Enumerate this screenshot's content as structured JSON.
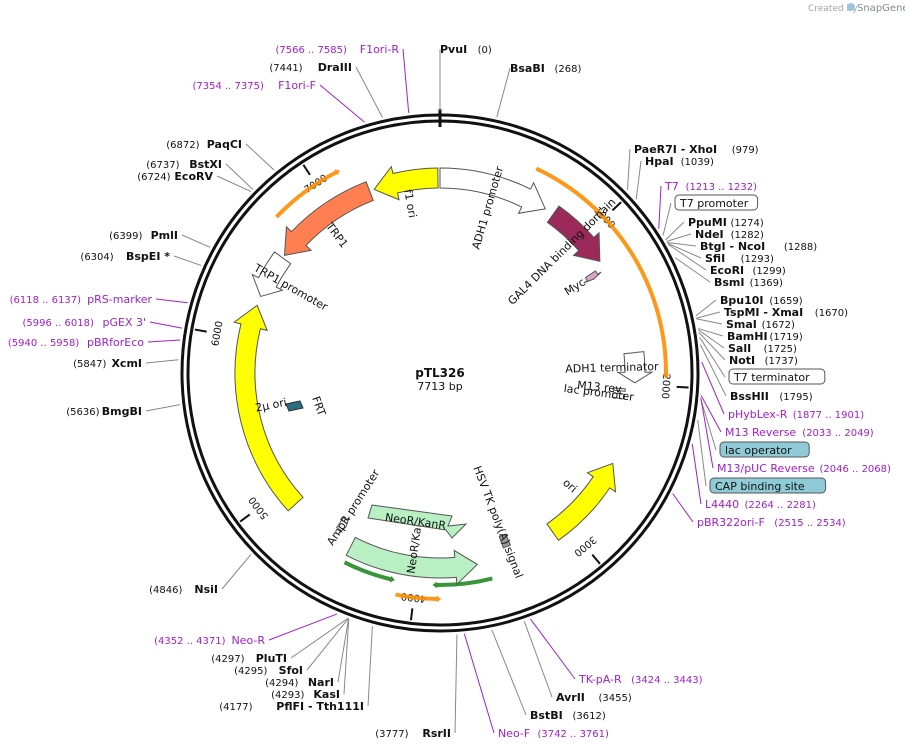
{
  "credit": {
    "prefix": "Created by",
    "brand": "SnapGene"
  },
  "plasmid": {
    "name": "pTL326",
    "size_label": "7713 bp",
    "length": 7713
  },
  "ticks": [
    {
      "pos": 1000,
      "label": "1000"
    },
    {
      "pos": 2000,
      "label": "2000"
    },
    {
      "pos": 3000,
      "label": "3000"
    },
    {
      "pos": 4000,
      "label": "4000"
    },
    {
      "pos": 5000,
      "label": "5000"
    },
    {
      "pos": 6000,
      "label": "6000"
    },
    {
      "pos": 7000,
      "label": "7000"
    }
  ],
  "features": [
    {
      "name": "ADH1 promoter",
      "start": 0,
      "end": 700,
      "color": "#ffffff",
      "dir": 1
    },
    {
      "name": "GAL4 DNA binding domain",
      "start": 760,
      "end": 1180,
      "color": "#9b2a5a",
      "dir": 1
    },
    {
      "name": "Myc",
      "start": 1215,
      "end": 1255,
      "color": "#d9a8c8",
      "dir": 1
    },
    {
      "name": "ADH1 terminator",
      "start": 1800,
      "end": 1990,
      "color": "#ffffff",
      "dir": 1
    },
    {
      "name": "M13 rev",
      "start": 2033,
      "end": 2049,
      "color": "#ffffff",
      "dir": 0
    },
    {
      "name": "lac promoter",
      "start": 2070,
      "end": 2100,
      "color": "#ffffff",
      "dir": 0
    },
    {
      "name": "ori",
      "start": 2520,
      "end": 3100,
      "color": "#ffff00",
      "dir": -1
    },
    {
      "name": "HSV TK poly(A) signal",
      "start": 3380,
      "end": 3430,
      "color": "#999999",
      "dir": 0
    },
    {
      "name": "NeoR/KanR",
      "start": 3620,
      "end": 4440,
      "color": "#b8f0c4",
      "dir": -1
    },
    {
      "name": "AmpR promoter",
      "start": 4530,
      "end": 4580,
      "color": "#ffffff",
      "dir": -1
    },
    {
      "name": "2µ ori",
      "start": 4880,
      "end": 6220,
      "color": "#ffff00",
      "dir": 1
    },
    {
      "name": "TRP1 promoter",
      "start": 6280,
      "end": 6560,
      "color": "#ffffff",
      "dir": -1
    },
    {
      "name": "TRP1",
      "start": 6580,
      "end": 7260,
      "color": "#ff7f50",
      "dir": -1
    },
    {
      "name": "f1 ori",
      "start": 7290,
      "end": 7700,
      "color": "#ffff00",
      "dir": -1
    }
  ],
  "extra_features": [
    {
      "name": "NeoR/KanR",
      "dir": -1
    },
    {
      "name": "FRT",
      "dir": 0
    }
  ],
  "primer_arcs": [
    {
      "start": 4120,
      "end": 4430,
      "color": "#228b22",
      "dir": -1
    },
    {
      "start": 3550,
      "end": 3900,
      "color": "#228b22",
      "dir": 1
    },
    {
      "start": 3850,
      "end": 4100,
      "color": "#ff8c00",
      "dir": -1
    },
    {
      "start": 6720,
      "end": 7150,
      "color": "#ff8c00",
      "dir": 1
    },
    {
      "start": 540,
      "end": 1960,
      "color": "#ff8c00",
      "dir": 1
    }
  ],
  "labels": [
    {
      "kind": "site",
      "name": "PvuI",
      "pos": "(0)",
      "bp": 0
    },
    {
      "kind": "site",
      "name": "BsaBI",
      "pos": "(268)",
      "bp": 268
    },
    {
      "kind": "site",
      "name": "PaeR7I - XhoI",
      "pos": "(979)",
      "bp": 979
    },
    {
      "kind": "site",
      "name": "HpaI",
      "pos": "(1039)",
      "bp": 1039
    },
    {
      "kind": "primer",
      "name": "T7",
      "pos": "(1213 .. 1232)",
      "bp": 1213
    },
    {
      "kind": "box",
      "name": "T7 promoter",
      "pos": "",
      "bp": 1250
    },
    {
      "kind": "site",
      "name": "PpuMI",
      "pos": "(1274)",
      "bp": 1274
    },
    {
      "kind": "site",
      "name": "NdeI",
      "pos": "(1282)",
      "bp": 1282
    },
    {
      "kind": "site",
      "name": "BtgI - NcoI",
      "pos": "(1288)",
      "bp": 1288
    },
    {
      "kind": "site",
      "name": "SfiI",
      "pos": "(1293)",
      "bp": 1293
    },
    {
      "kind": "site",
      "name": "EcoRI",
      "pos": "(1299)",
      "bp": 1299
    },
    {
      "kind": "site",
      "name": "BsmI",
      "pos": "(1369)",
      "bp": 1369
    },
    {
      "kind": "site",
      "name": "Bpu10I",
      "pos": "(1659)",
      "bp": 1659
    },
    {
      "kind": "site",
      "name": "TspMI - XmaI",
      "pos": "(1670)",
      "bp": 1670
    },
    {
      "kind": "site",
      "name": "SmaI",
      "pos": "(1672)",
      "bp": 1672
    },
    {
      "kind": "site",
      "name": "BamHI",
      "pos": "(1719)",
      "bp": 1719
    },
    {
      "kind": "site",
      "name": "SalI",
      "pos": "(1725)",
      "bp": 1725
    },
    {
      "kind": "site",
      "name": "NotI",
      "pos": "(1737)",
      "bp": 1737
    },
    {
      "kind": "box",
      "name": "T7 terminator",
      "pos": "",
      "bp": 1760
    },
    {
      "kind": "site",
      "name": "BssHII",
      "pos": "(1795)",
      "bp": 1795
    },
    {
      "kind": "primer",
      "name": "pHybLex-R",
      "pos": "(1877 .. 1901)",
      "bp": 1877
    },
    {
      "kind": "primer",
      "name": "M13 Reverse",
      "pos": "(2033 .. 2049)",
      "bp": 2033
    },
    {
      "kind": "boxblue",
      "name": "lac operator",
      "pos": "",
      "bp": 2050
    },
    {
      "kind": "primer",
      "name": "M13/pUC Reverse",
      "pos": "(2046 .. 2068)",
      "bp": 2046
    },
    {
      "kind": "boxblue",
      "name": "CAP binding site",
      "pos": "",
      "bp": 2150
    },
    {
      "kind": "primer",
      "name": "L4440",
      "pos": "(2264 .. 2281)",
      "bp": 2264
    },
    {
      "kind": "primer",
      "name": "pBR322ori-F",
      "pos": "(2515 .. 2534)",
      "bp": 2515
    },
    {
      "kind": "primer",
      "name": "TK-pA-R",
      "pos": "(3424 .. 3443)",
      "bp": 3424
    },
    {
      "kind": "site",
      "name": "AvrII",
      "pos": "(3455)",
      "bp": 3455
    },
    {
      "kind": "site",
      "name": "BstBI",
      "pos": "(3612)",
      "bp": 3612
    },
    {
      "kind": "primer",
      "name": "Neo-F",
      "pos": "(3742 .. 3761)",
      "bp": 3742
    },
    {
      "kind": "site",
      "name": "RsrII",
      "pos": "(3777)",
      "bp": 3777
    },
    {
      "kind": "site",
      "name": "PflFI - Tth111I",
      "pos": "(4177)",
      "bp": 4177
    },
    {
      "kind": "site",
      "name": "KasI",
      "pos": "(4293)",
      "bp": 4293
    },
    {
      "kind": "site",
      "name": "NarI",
      "pos": "(4294)",
      "bp": 4294
    },
    {
      "kind": "site",
      "name": "SfoI",
      "pos": "(4295)",
      "bp": 4295
    },
    {
      "kind": "site",
      "name": "PluTI",
      "pos": "(4297)",
      "bp": 4297
    },
    {
      "kind": "primer",
      "name": "Neo-R",
      "pos": "(4352 .. 4371)",
      "bp": 4352
    },
    {
      "kind": "site",
      "name": "NsiI",
      "pos": "(4846)",
      "bp": 4846
    },
    {
      "kind": "site",
      "name": "BmgBI",
      "pos": "(5636)",
      "bp": 5636
    },
    {
      "kind": "site",
      "name": "XcmI",
      "pos": "(5847)",
      "bp": 5847
    },
    {
      "kind": "primer",
      "name": "pBRforEco",
      "pos": "(5940 .. 5958)",
      "bp": 5940
    },
    {
      "kind": "primer",
      "name": "pGEX 3'",
      "pos": "(5996 .. 6018)",
      "bp": 5996
    },
    {
      "kind": "primer",
      "name": "pRS-marker",
      "pos": "(6118 .. 6137)",
      "bp": 6118
    },
    {
      "kind": "site",
      "name": "BspEI *",
      "pos": "(6304)",
      "bp": 6304
    },
    {
      "kind": "site",
      "name": "PmlI",
      "pos": "(6399)",
      "bp": 6399
    },
    {
      "kind": "site",
      "name": "EcoRV",
      "pos": "(6724)",
      "bp": 6724
    },
    {
      "kind": "site",
      "name": "BstXI",
      "pos": "(6737)",
      "bp": 6737
    },
    {
      "kind": "site",
      "name": "PaqCI",
      "pos": "(6872)",
      "bp": 6872
    },
    {
      "kind": "primer",
      "name": "F1ori-F",
      "pos": "(7354 .. 7375)",
      "bp": 7354
    },
    {
      "kind": "site",
      "name": "DraIII",
      "pos": "(7441)",
      "bp": 7441
    },
    {
      "kind": "primer",
      "name": "F1ori-R",
      "pos": "(7566 .. 7585)",
      "bp": 7566
    }
  ]
}
